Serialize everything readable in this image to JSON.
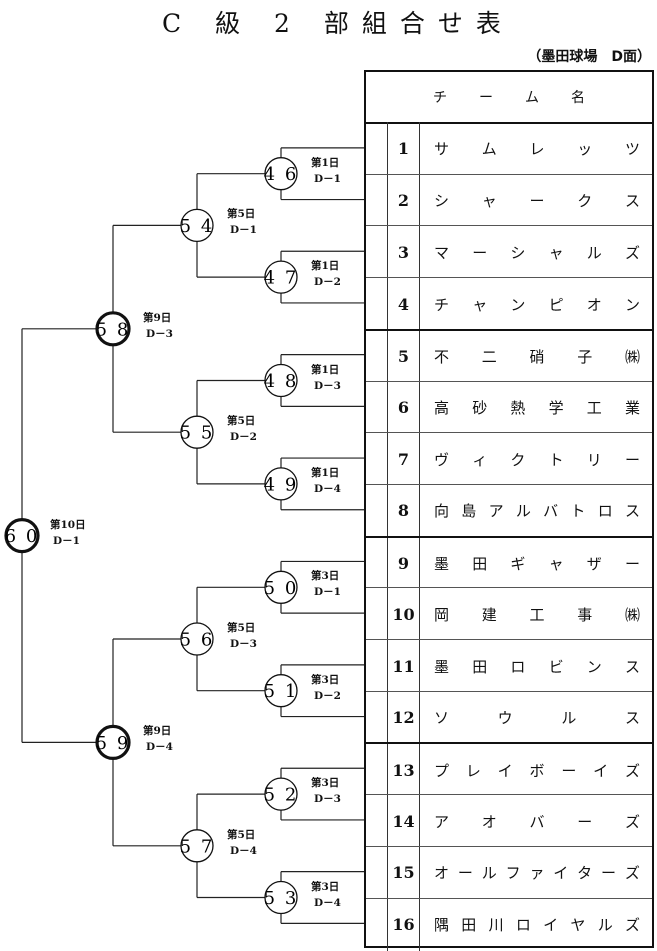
{
  "title": "C 級 2 部組合せ表",
  "venue": "（墨田球場　D面）",
  "table": {
    "header_chars": [
      "チ",
      "ー",
      "ム",
      "名"
    ],
    "teams": [
      {
        "no": "1",
        "name": "サムレッツ",
        "chars": [
          "サ",
          "ム",
          "レ",
          "ッ",
          "ツ"
        ]
      },
      {
        "no": "2",
        "name": "シャークス",
        "chars": [
          "シ",
          "ャ",
          "ー",
          "ク",
          "ス"
        ]
      },
      {
        "no": "3",
        "name": "マーシャルズ",
        "chars": [
          "マ",
          "ー",
          "シ",
          "ャ",
          "ル",
          "ズ"
        ]
      },
      {
        "no": "4",
        "name": "チャンピオン",
        "chars": [
          "チ",
          "ャ",
          "ン",
          "ピ",
          "オ",
          "ン"
        ]
      },
      {
        "no": "5",
        "name": "不二硝子㈱",
        "chars": [
          "不",
          "二",
          "硝",
          "子",
          "㈱"
        ]
      },
      {
        "no": "6",
        "name": "高砂熱学工業",
        "chars": [
          "高",
          "砂",
          "熱",
          "学",
          "工",
          "業"
        ]
      },
      {
        "no": "7",
        "name": "ヴィクトリー",
        "chars": [
          "ヴ",
          "ィ",
          "ク",
          "ト",
          "リ",
          "ー"
        ]
      },
      {
        "no": "8",
        "name": "向島アルバトロス",
        "chars": [
          "向",
          "島",
          "ア",
          "ル",
          "バ",
          "ト",
          "ロ",
          "ス"
        ]
      },
      {
        "no": "9",
        "name": "墨田ギャザー",
        "chars": [
          "墨",
          "田",
          "ギ",
          "ャ",
          "ザ",
          "ー"
        ]
      },
      {
        "no": "10",
        "name": "岡建工事㈱",
        "chars": [
          "岡",
          "建",
          "工",
          "事",
          "㈱"
        ]
      },
      {
        "no": "11",
        "name": "墨田ロビンス",
        "chars": [
          "墨",
          "田",
          "ロ",
          "ビ",
          "ン",
          "ス"
        ]
      },
      {
        "no": "12",
        "name": "ソウルス",
        "chars": [
          "ソ",
          "ウ",
          "ル",
          "ス"
        ]
      },
      {
        "no": "13",
        "name": "プレイボーイズ",
        "chars": [
          "プ",
          "レ",
          "イ",
          "ボ",
          "ー",
          "イ",
          "ズ"
        ]
      },
      {
        "no": "14",
        "name": "アオバーズ",
        "chars": [
          "ア",
          "オ",
          "バ",
          "ー",
          "ズ"
        ]
      },
      {
        "no": "15",
        "name": "オールファイターズ",
        "chars": [
          "オ",
          "ー",
          "ル",
          "フ",
          "ァ",
          "イ",
          "タ",
          "ー",
          "ズ"
        ]
      },
      {
        "no": "16",
        "name": "隅田川ロイヤルズ",
        "chars": [
          "隅",
          "田",
          "川",
          "ロ",
          "イ",
          "ヤ",
          "ル",
          "ズ"
        ]
      }
    ]
  },
  "bracket": {
    "matches": [
      {
        "id": "46",
        "round": 1,
        "schedule": "第1日",
        "court": "D－1",
        "teams": [
          1,
          2
        ]
      },
      {
        "id": "47",
        "round": 1,
        "schedule": "第1日",
        "court": "D－2",
        "teams": [
          3,
          4
        ]
      },
      {
        "id": "48",
        "round": 1,
        "schedule": "第1日",
        "court": "D－3",
        "teams": [
          5,
          6
        ]
      },
      {
        "id": "49",
        "round": 1,
        "schedule": "第1日",
        "court": "D－4",
        "teams": [
          7,
          8
        ]
      },
      {
        "id": "50",
        "round": 1,
        "schedule": "第3日",
        "court": "D－1",
        "teams": [
          9,
          10
        ]
      },
      {
        "id": "51",
        "round": 1,
        "schedule": "第3日",
        "court": "D－2",
        "teams": [
          11,
          12
        ]
      },
      {
        "id": "52",
        "round": 1,
        "schedule": "第3日",
        "court": "D－3",
        "teams": [
          13,
          14
        ]
      },
      {
        "id": "53",
        "round": 1,
        "schedule": "第3日",
        "court": "D－4",
        "teams": [
          15,
          16
        ]
      },
      {
        "id": "54",
        "round": 2,
        "schedule": "第5日",
        "court": "D－1",
        "from": [
          "46",
          "47"
        ]
      },
      {
        "id": "55",
        "round": 2,
        "schedule": "第5日",
        "court": "D－2",
        "from": [
          "48",
          "49"
        ]
      },
      {
        "id": "56",
        "round": 2,
        "schedule": "第5日",
        "court": "D－3",
        "from": [
          "50",
          "51"
        ]
      },
      {
        "id": "57",
        "round": 2,
        "schedule": "第5日",
        "court": "D－4",
        "from": [
          "52",
          "53"
        ]
      },
      {
        "id": "58",
        "round": 3,
        "schedule": "第9日",
        "court": "D－3",
        "from": [
          "54",
          "55"
        ]
      },
      {
        "id": "59",
        "round": 3,
        "schedule": "第9日",
        "court": "D－4",
        "from": [
          "56",
          "57"
        ]
      },
      {
        "id": "60",
        "round": 4,
        "schedule": "第10日",
        "court": "D－1",
        "from": [
          "58",
          "59"
        ]
      }
    ]
  }
}
